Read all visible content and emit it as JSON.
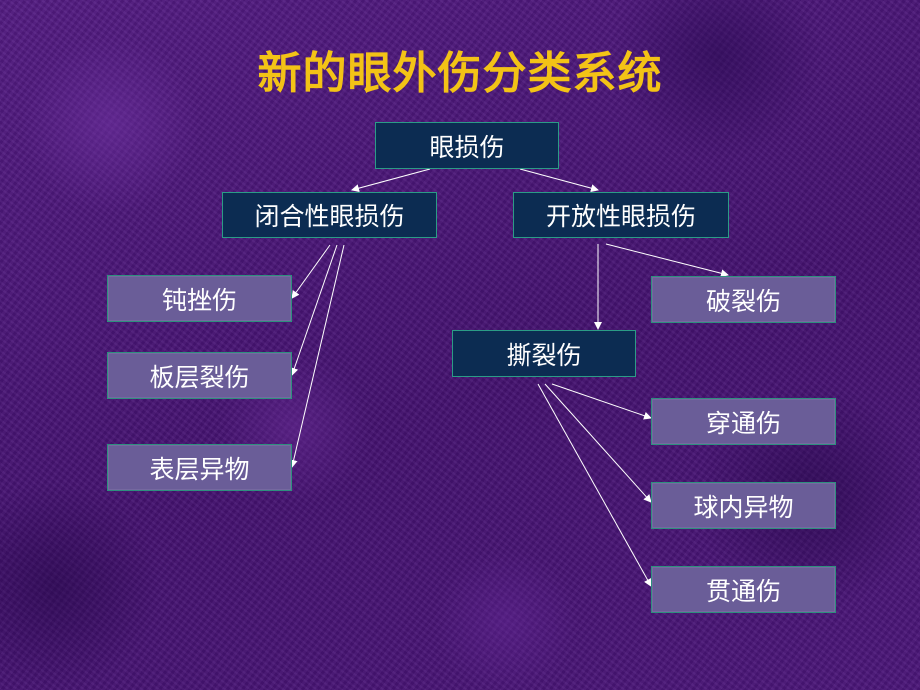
{
  "slide": {
    "title": "新的眼外伤分类系统"
  },
  "diagram": {
    "root": "眼损伤",
    "closed": "闭合性眼损伤",
    "open": "开放性眼损伤",
    "closed_children": [
      "钝挫伤",
      "板层裂伤",
      "表层异物"
    ],
    "rupture": "破裂伤",
    "laceration": "撕裂伤",
    "laceration_children": [
      "穿通伤",
      "球内异物",
      "贯通伤"
    ]
  },
  "colors": {
    "background": "#4a1577",
    "title": "#f3c316",
    "node_dark": "#0c2c52",
    "node_light": "#6a5d98",
    "node_border": "#27a27e",
    "connector": "#ffffff"
  }
}
